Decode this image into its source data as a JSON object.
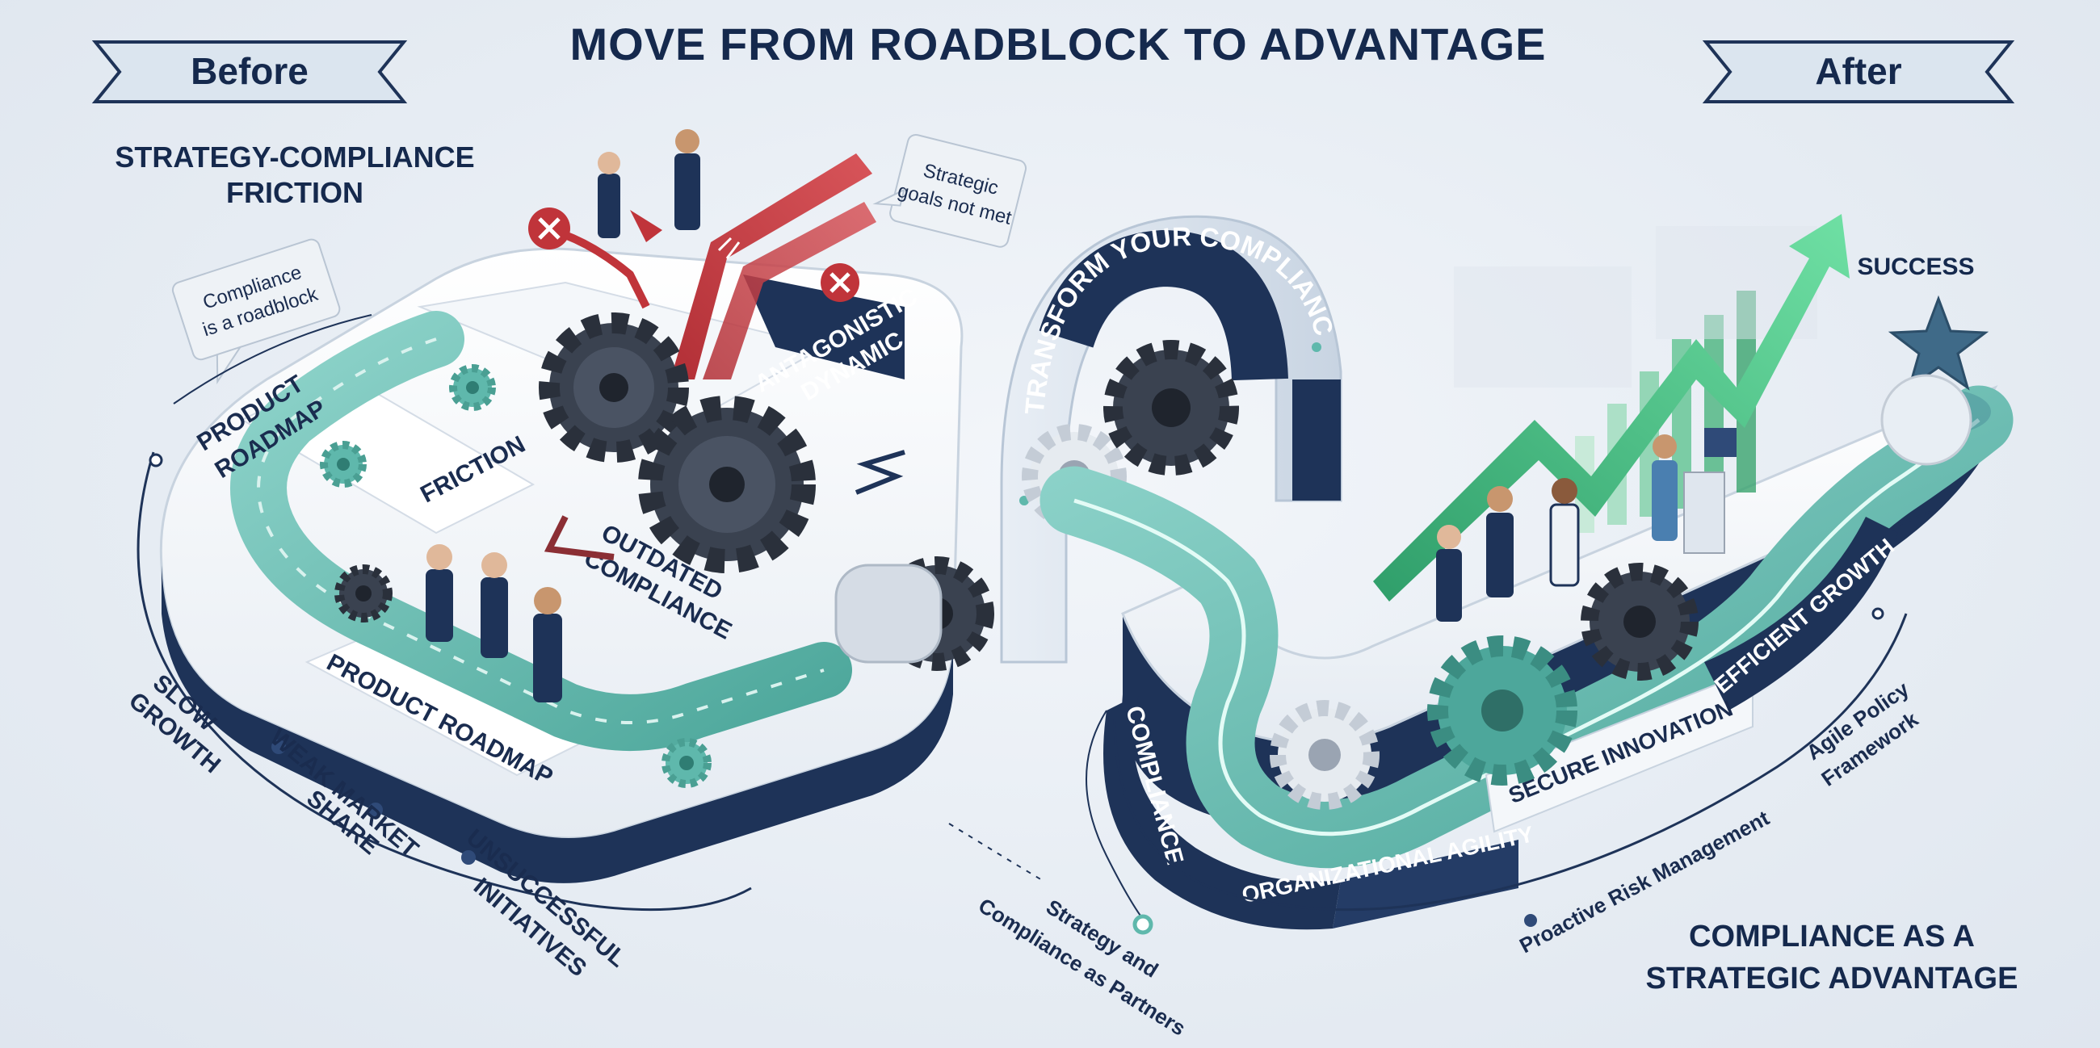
{
  "header": {
    "title": "MOVE FROM ROADBLOCK TO ADVANTAGE",
    "before_label": "Before",
    "after_label": "After"
  },
  "before_panel": {
    "heading_line1": "STRATEGY-COMPLIANCE",
    "heading_line2": "FRICTION",
    "bubble_roadblock_line1": "Compliance",
    "bubble_roadblock_line2": "is a roadblock",
    "bubble_goals_line1": "Strategic",
    "bubble_goals_line2": "goals not met",
    "track_top_line1": "PRODUCT",
    "track_top_line2": "ROADMAP",
    "friction": "FRICTION",
    "antagonistic_line1": "ANTAGONISTIC",
    "antagonistic_line2": "DYNAMIC",
    "outdated_line1": "OUTDATED",
    "outdated_line2": "COMPLIANCE",
    "track_bottom": "PRODUCT ROADMAP",
    "outcome_1_line1": "SLOW",
    "outcome_1_line2": "GROWTH",
    "outcome_2_line1": "WEAK MARKET",
    "outcome_2_line2": "SHARE",
    "outcome_3_line1": "UNSUCCESSFUL",
    "outcome_3_line2": "INITIATIVES"
  },
  "transition": {
    "arch_label": "TRANSFORM YOUR COMPLIANCE",
    "partners_line1": "Strategy and",
    "partners_line2": "Compliance as Partners"
  },
  "after_panel": {
    "success": "SUCCESS",
    "segment_compliance": "COMPLIANCE",
    "segment_agility": "ORGANIZATIONAL AGILITY",
    "segment_innovation": "SECURE INNOVATION",
    "segment_growth": "EFFICIENT GROWTH",
    "benefit_risk": "Proactive Risk Management",
    "benefit_policy_line1": "Agile Policy",
    "benefit_policy_line2": "Framework",
    "conclusion_line1": "COMPLIANCE AS A",
    "conclusion_line2": "STRATEGIC ADVANTAGE"
  },
  "colors": {
    "navy": "#1e3358",
    "teal": "#5fb8ac",
    "red": "#c0343a",
    "green": "#3cb57a",
    "gear": "#3a4250"
  }
}
